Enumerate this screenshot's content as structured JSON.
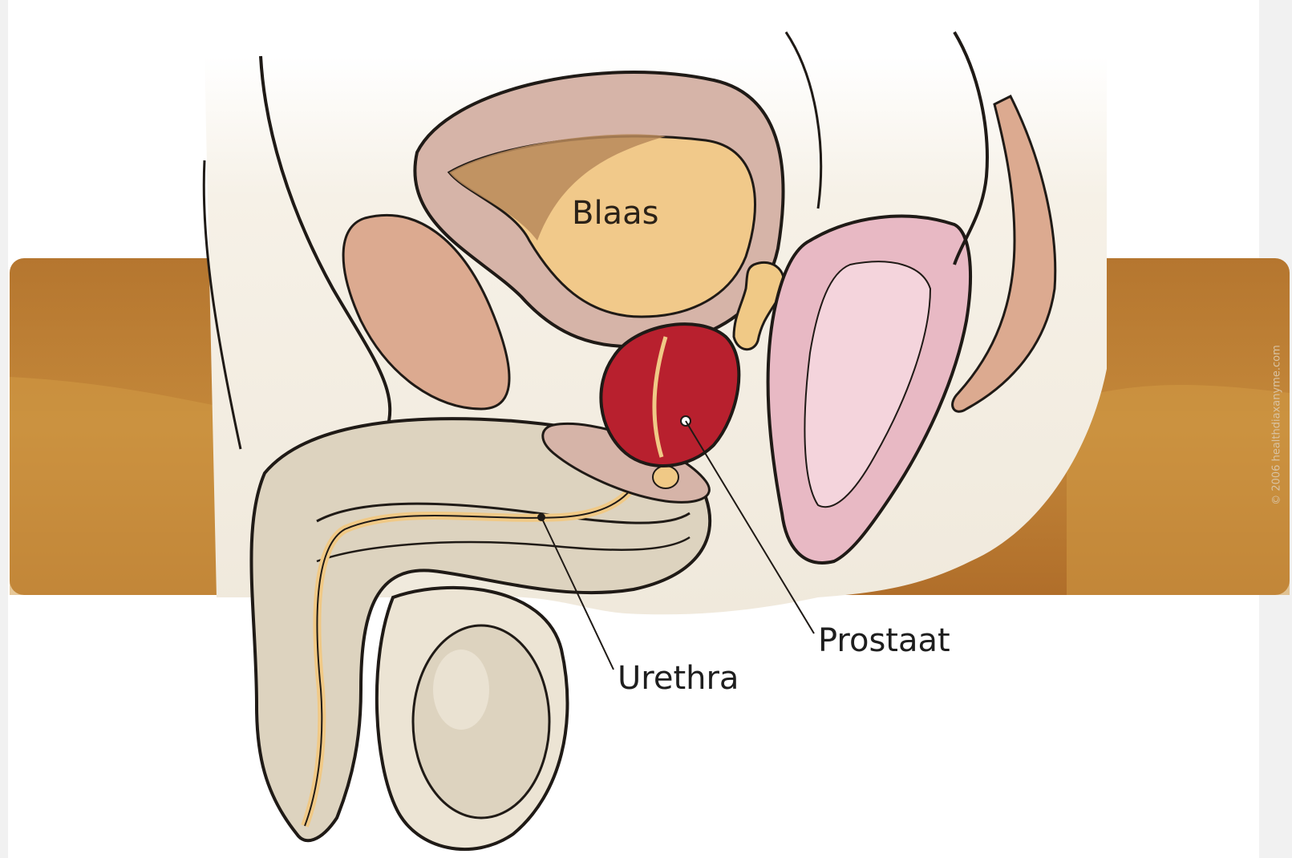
{
  "labels": {
    "bladder": "Blaas",
    "prostate": "Prostaat",
    "urethra": "Urethra"
  },
  "copyright": "© 2006 healthdiaxanyme.com",
  "colors": {
    "band": "#b87a33",
    "band_light": "#d9a04b",
    "skin": "#f4eee2",
    "penis_tissue": "#ddd3bf",
    "bladder_wall": "#d6b4a8",
    "bladder_content": "#f1c98a",
    "prostate": "#b8202e",
    "rectum": "#e8b9c4",
    "pubic_bone": "#dcaa90",
    "urethra": "#f0c986"
  }
}
